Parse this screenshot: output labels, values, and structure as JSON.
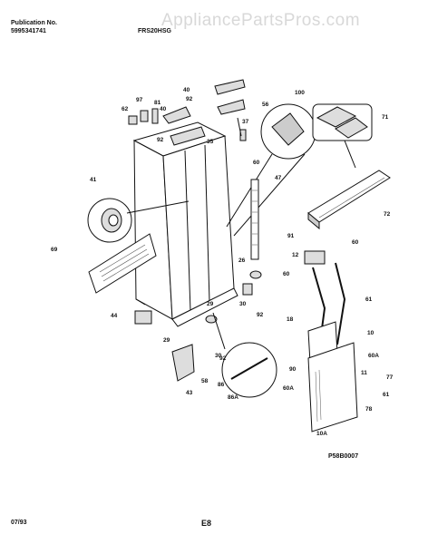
{
  "header": {
    "pub_label": "Publication No.",
    "pub_number": "5995341741",
    "model_code": "FRS20HSG",
    "watermark": "AppliancePartsPros.com"
  },
  "footer": {
    "date": "07/93",
    "page": "E8",
    "drawing_code": "P58B0007"
  },
  "callouts": {
    "c1": "40",
    "c2": "92",
    "c3": "56",
    "c4": "100",
    "c5": "97",
    "c6": "81",
    "c7": "62",
    "c8": "40",
    "c9": "37",
    "c10": "92",
    "c11": "35",
    "c12": "71",
    "c13": "60",
    "c14": "47",
    "c15": "41",
    "c16": "72",
    "c17": "69",
    "c18": "91",
    "c19": "12",
    "c20": "60",
    "c21": "26",
    "c22": "60",
    "c23": "61",
    "c24": "30",
    "c25": "92",
    "c26": "29",
    "c27": "18",
    "c28": "44",
    "c29": "30",
    "c30": "29",
    "c31": "92",
    "c32": "10",
    "c33": "58",
    "c34": "90",
    "c35": "60A",
    "c36": "11",
    "c37": "77",
    "c38": "60A",
    "c39": "61",
    "c40": "43",
    "c41": "86",
    "c42": "86A",
    "c43": "78",
    "c44": "10A"
  }
}
